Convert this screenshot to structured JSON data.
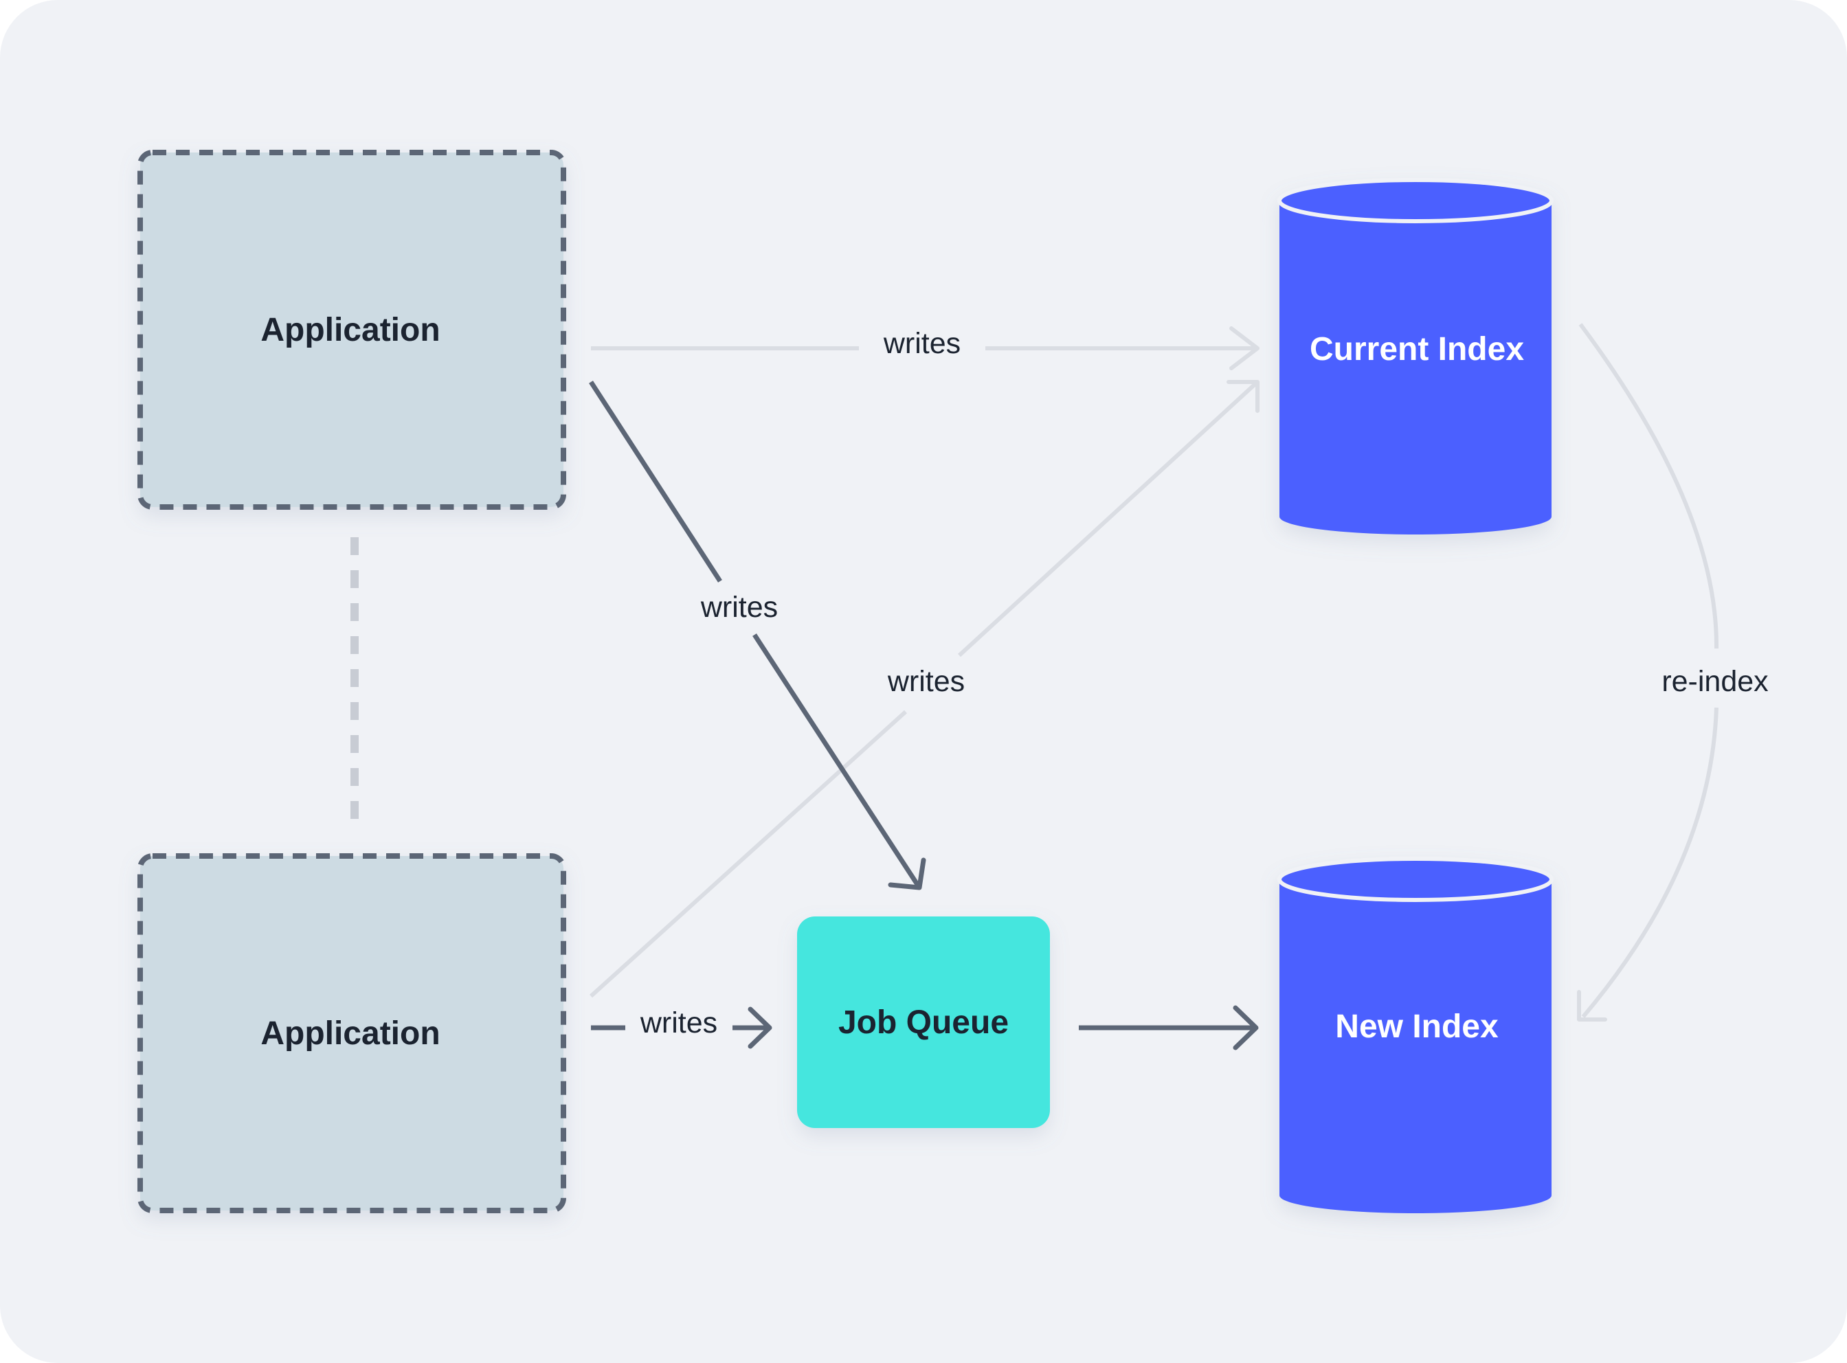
{
  "nodes": {
    "app_top": {
      "label": "Application"
    },
    "app_bottom": {
      "label": "Application"
    },
    "job_queue": {
      "label": "Job Queue"
    },
    "current_index": {
      "label": "Current Index"
    },
    "new_index": {
      "label": "New Index"
    }
  },
  "edges": {
    "app_top_to_current": {
      "label": "writes"
    },
    "app_top_to_queue": {
      "label": "writes"
    },
    "app_bottom_to_current": {
      "label": "writes"
    },
    "app_bottom_to_queue": {
      "label": "writes"
    },
    "current_to_new": {
      "label": "re-index"
    }
  },
  "colors": {
    "background": "#f0f2f6",
    "application_fill": "#cddbe3",
    "application_border": "#5c6676",
    "queue_fill": "#44e6de",
    "index_fill": "#4c61ff",
    "index_text": "#ffffff",
    "dark_arrow": "#5c6676",
    "light_arrow": "#dadde3"
  }
}
